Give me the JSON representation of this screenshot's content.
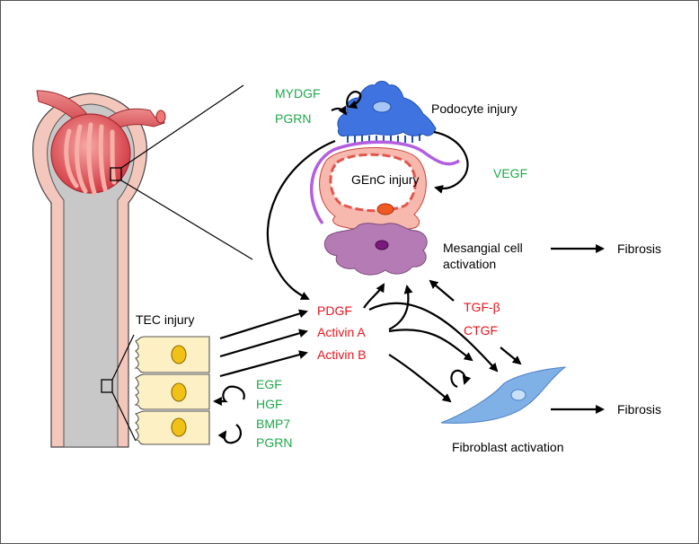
{
  "labels": {
    "podocyte_injury": "Podocyte injury",
    "genc_injury": "GEnC injury",
    "mesangial_line1": "Mesangial cell",
    "mesangial_line2": "activation",
    "fibrosis_top": "Fibrosis",
    "fibrosis_bottom": "Fibrosis",
    "tec_injury": "TEC injury",
    "fibroblast_activation": "Fibroblast activation"
  },
  "factors": {
    "mydgf": "MYDGF",
    "pgrn_top": "PGRN",
    "vegf": "VEGF",
    "pdgf": "PDGF",
    "activin_a": "Activin A",
    "activin_b": "Activin B",
    "tgf_beta": "TGF-β",
    "ctgf": "CTGF",
    "egf": "EGF",
    "hgf": "HGF",
    "bmp7": "BMP7",
    "pgrn_bottom": "PGRN"
  },
  "colors": {
    "protective_green": "#1ea84a",
    "injurious_red": "#e8141c",
    "nephron_pink": "#f4c7bd",
    "glomerulus_red": "#d94a52",
    "podocyte_blue": "#3f74e0",
    "mesangial_purple": "#b57bb5",
    "fibroblast_blue": "#7fb0e6",
    "tec_yellow": "#fdf0c4",
    "membrane_violet": "#b35de0"
  }
}
